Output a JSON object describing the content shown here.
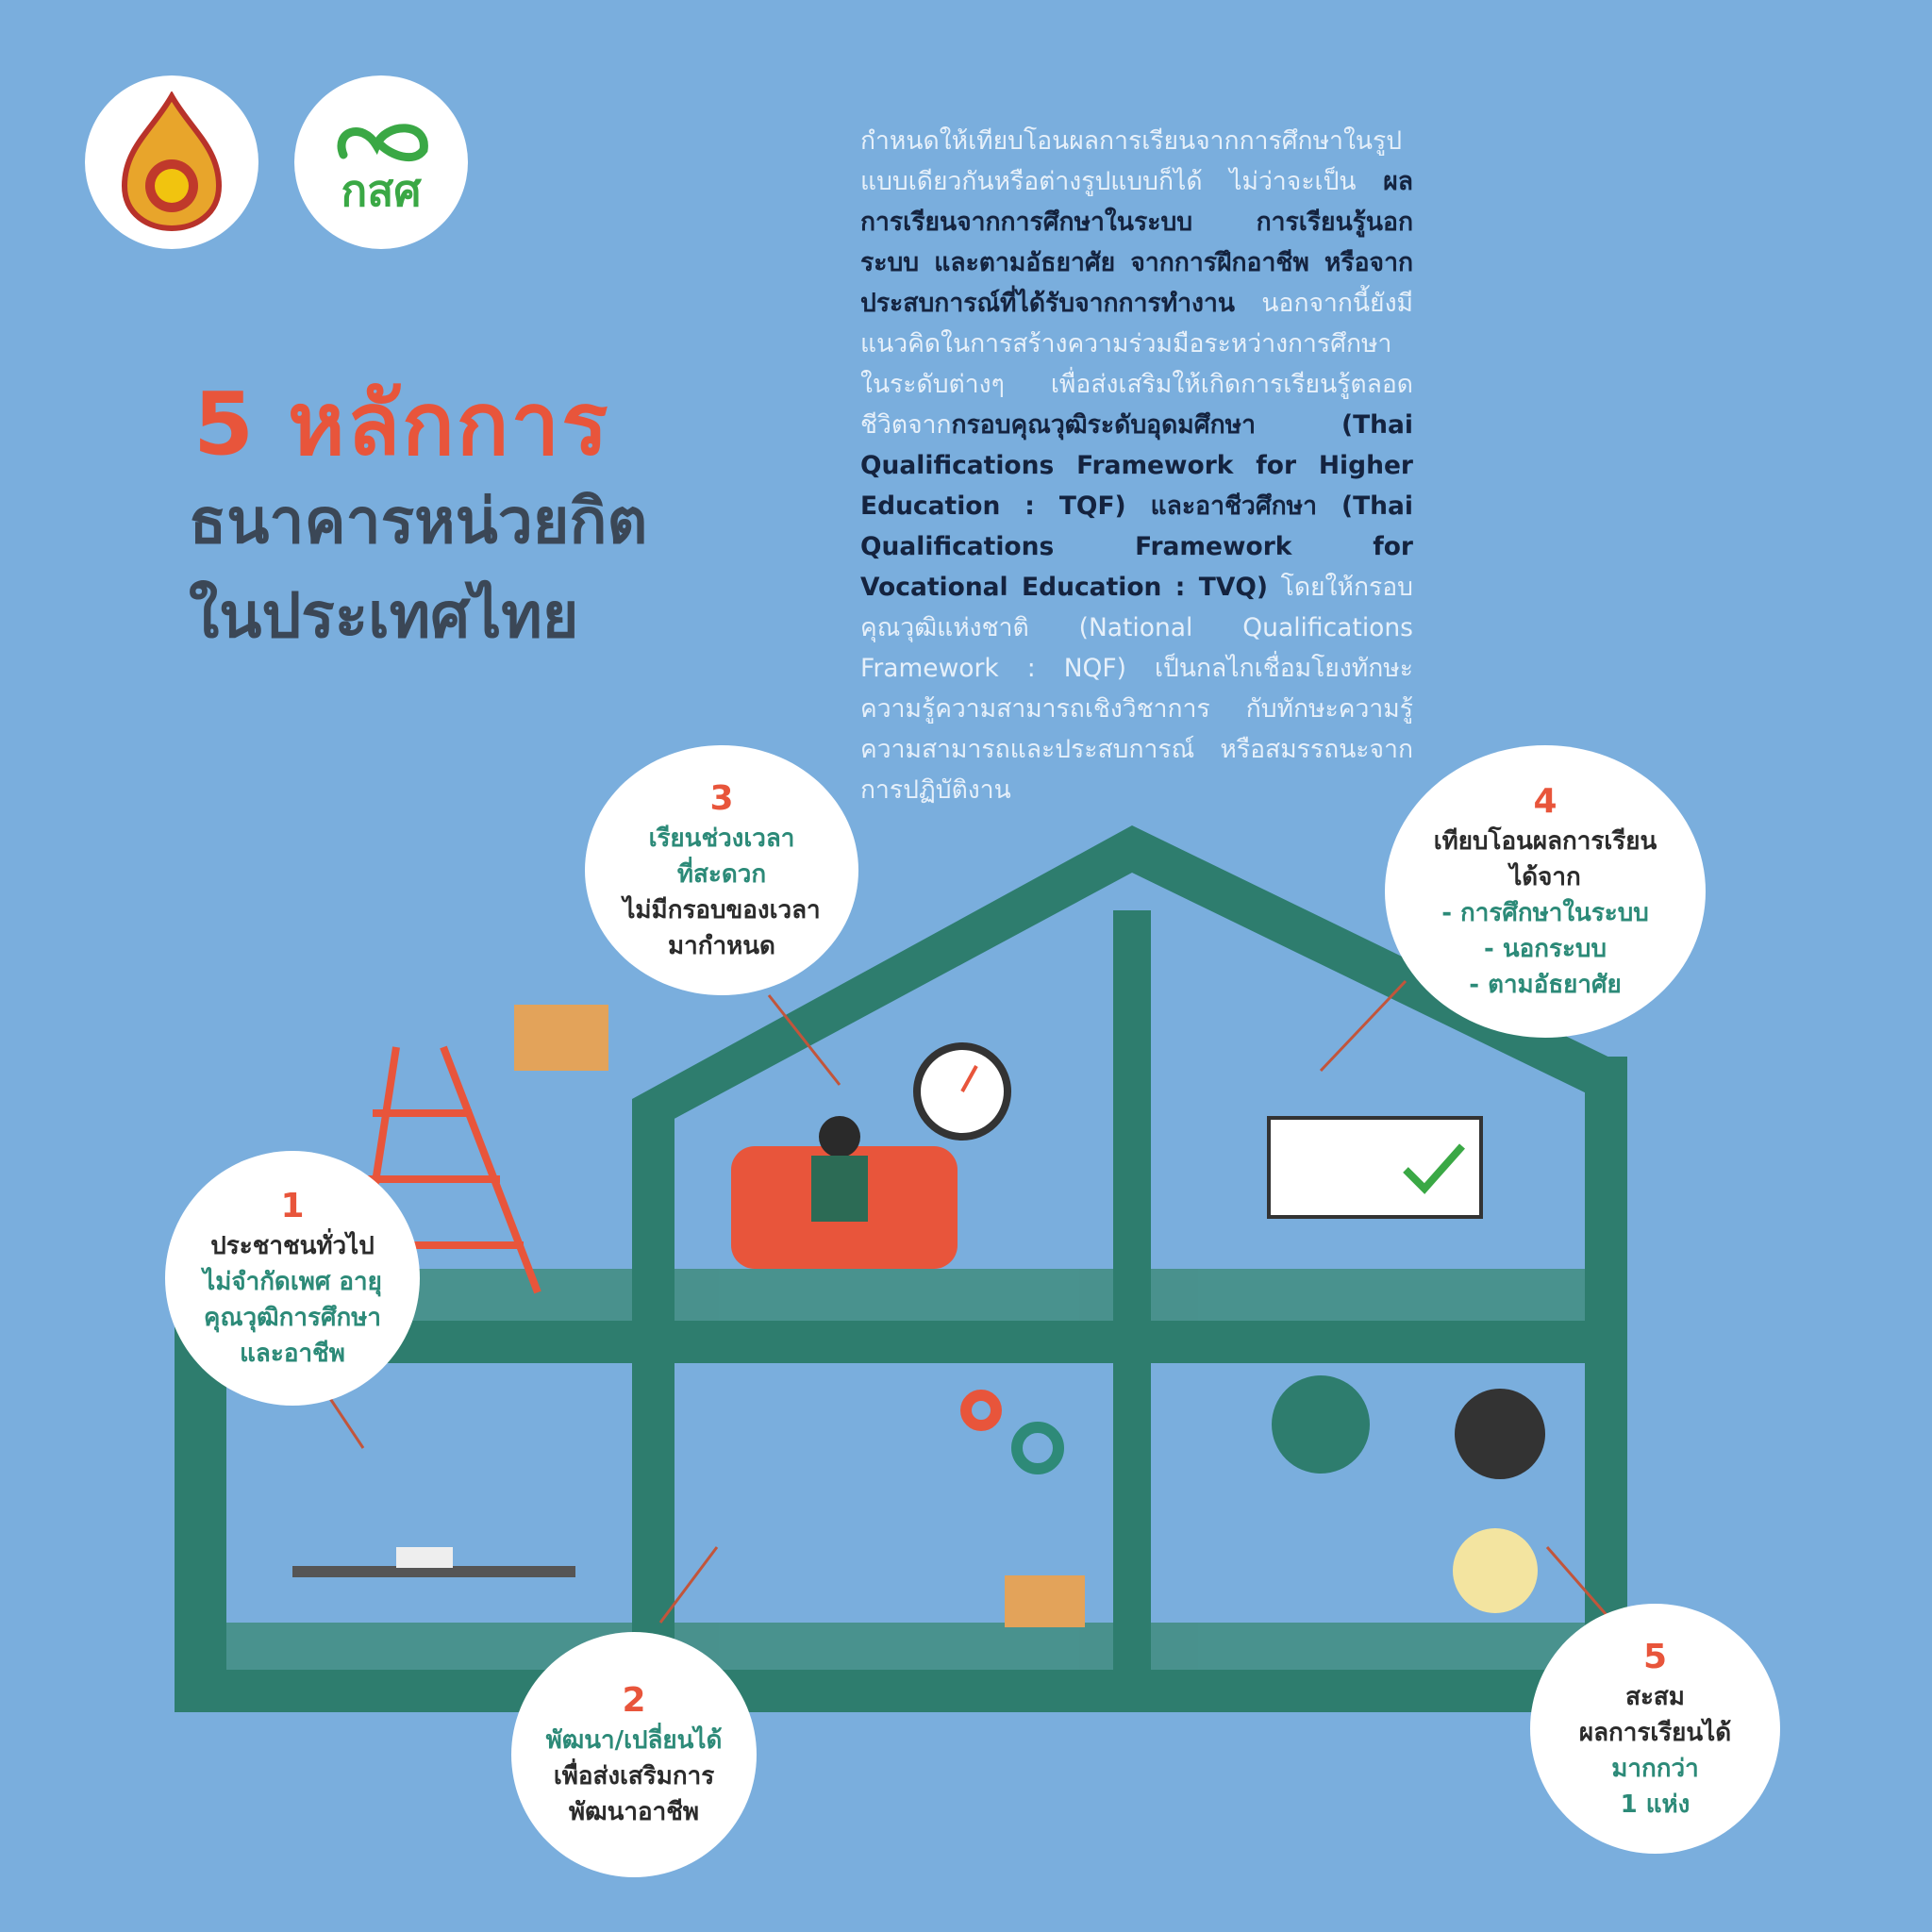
{
  "logos": {
    "left": "ministry-emblem",
    "right": {
      "text": "กสศ"
    }
  },
  "title": {
    "line1": "5 หลักการ",
    "line2": "ธนาคารหน่วยกิต",
    "line3": "ในประเทศไทย"
  },
  "paragraph": [
    {
      "t": "กำหนดให้เทียบโอนผลการเรียนจากการศึกษาในรูปแบบเดียวกันหรือต่างรูปแบบก็ได้ ไม่ว่าจะเป็น ",
      "bold": false
    },
    {
      "t": "ผลการเรียนจากการศึกษาในระบบ การเรียนรู้นอกระบบ และตามอัธยาศัย จากการฝึกอาชีพ หรือจากประสบการณ์ที่ได้รับจากการทำงาน",
      "bold": true
    },
    {
      "t": " นอกจากนี้ยังมีแนวคิดในการสร้างความร่วมมือระหว่างการศึกษาในระดับต่างๆ เพื่อส่งเสริมให้เกิดการเรียนรู้ตลอดชีวิตจาก",
      "bold": false
    },
    {
      "t": "กรอบคุณวุฒิระดับอุดมศึกษา (Thai Qualifications Framework for Higher Education : TQF) และอาชีวศึกษา (Thai Qualifications Framework for Vocational Education : TVQ)",
      "bold": true
    },
    {
      "t": " โดยให้กรอบคุณวุฒิแห่งชาติ (National Qualifications Framework : NQF) เป็นกลไกเชื่อมโยงทักษะ ความรู้ความสามารถเชิงวิชาการ กับทักษะความรู้ความสามารถและประสบการณ์ หรือสมรรถนะจากการปฏิบัติงาน",
      "bold": false
    }
  ],
  "bubbles": [
    {
      "num": "1",
      "lines": [
        {
          "t": "ประชาชนทั่วไป",
          "teal": false
        },
        {
          "t": "ไม่จำกัดเพศ อายุ",
          "teal": true
        },
        {
          "t": "คุณวุฒิการศึกษา",
          "teal": true
        },
        {
          "t": "และอาชีพ",
          "teal": true
        }
      ]
    },
    {
      "num": "2",
      "lines": [
        {
          "t": "พัฒนา/เปลี่ยนได้",
          "teal": true
        },
        {
          "t": "เพื่อส่งเสริมการ",
          "teal": false
        },
        {
          "t": "พัฒนาอาชีพ",
          "teal": false
        }
      ]
    },
    {
      "num": "3",
      "lines": [
        {
          "t": "เรียนช่วงเวลา",
          "teal": true
        },
        {
          "t": "ที่สะดวก",
          "teal": true
        },
        {
          "t": "ไม่มีกรอบของเวลา",
          "teal": false
        },
        {
          "t": "มากำหนด",
          "teal": false
        }
      ]
    },
    {
      "num": "4",
      "lines": [
        {
          "t": "เทียบโอนผลการเรียน",
          "teal": false
        },
        {
          "t": "ได้จาก",
          "teal": false
        },
        {
          "t": "- การศึกษาในระบบ",
          "teal": true
        },
        {
          "t": "- นอกระบบ",
          "teal": true
        },
        {
          "t": "- ตามอัธยาศัย",
          "teal": true
        }
      ]
    },
    {
      "num": "5",
      "lines": [
        {
          "t": "สะสม",
          "teal": false
        },
        {
          "t": "ผลการเรียนได้",
          "teal": false
        },
        {
          "t": "มากกว่า",
          "teal": true
        },
        {
          "t": "1 แห่ง",
          "teal": true
        }
      ]
    }
  ],
  "colors": {
    "background": "#7aaedd",
    "house": "#2e7d6e",
    "accent": "#e8553b",
    "teal_text": "#2c8a78"
  }
}
